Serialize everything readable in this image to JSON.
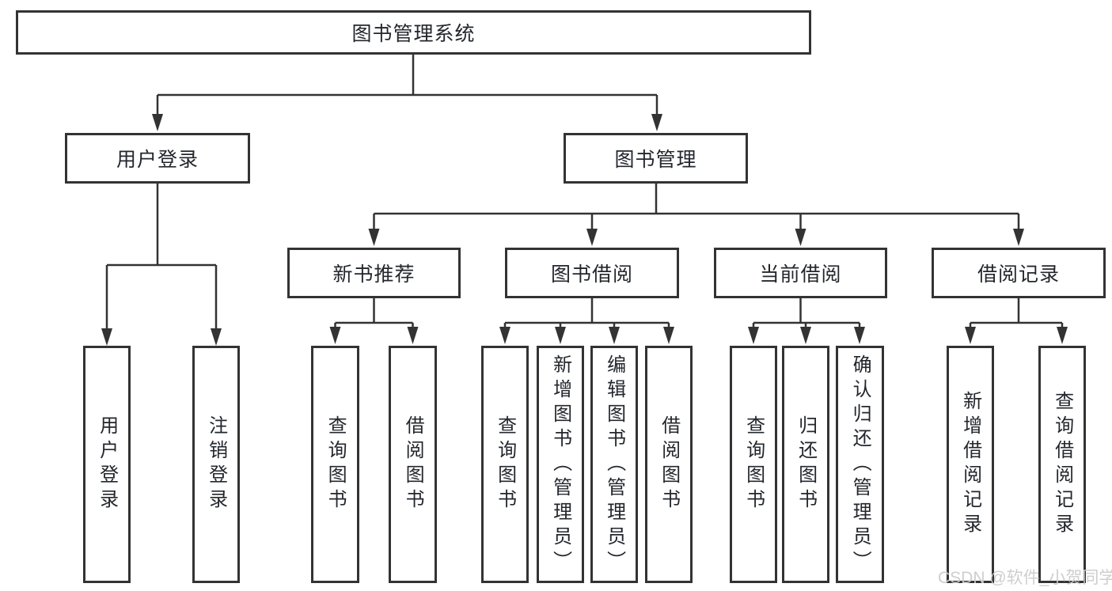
{
  "tree": {
    "label": "图书管理系统",
    "children": [
      {
        "label": "用户登录",
        "children": [
          {
            "label": "用户登录"
          },
          {
            "label": "注销登录"
          }
        ]
      },
      {
        "label": "图书管理",
        "children": [
          {
            "label": "新书推荐",
            "children": [
              {
                "label": "查询图书"
              },
              {
                "label": "借阅图书"
              }
            ]
          },
          {
            "label": "图书借阅",
            "children": [
              {
                "label": "查询图书"
              },
              {
                "label": "新增图书（管理员）"
              },
              {
                "label": "编辑图书（管理员）"
              },
              {
                "label": "借阅图书"
              }
            ]
          },
          {
            "label": "当前借阅",
            "children": [
              {
                "label": "查询图书"
              },
              {
                "label": "归还图书"
              },
              {
                "label": "确认归还（管理员）"
              }
            ]
          },
          {
            "label": "借阅记录",
            "children": [
              {
                "label": "新增借阅记录"
              },
              {
                "label": "查询借阅记录"
              }
            ]
          }
        ]
      }
    ]
  },
  "watermark": "CSDN @软件_小贺同学",
  "colors": {
    "line": "#333333",
    "box_border": "#333333",
    "text": "#23272d",
    "background": "#ffffff",
    "watermark": "#cbcbcb"
  }
}
